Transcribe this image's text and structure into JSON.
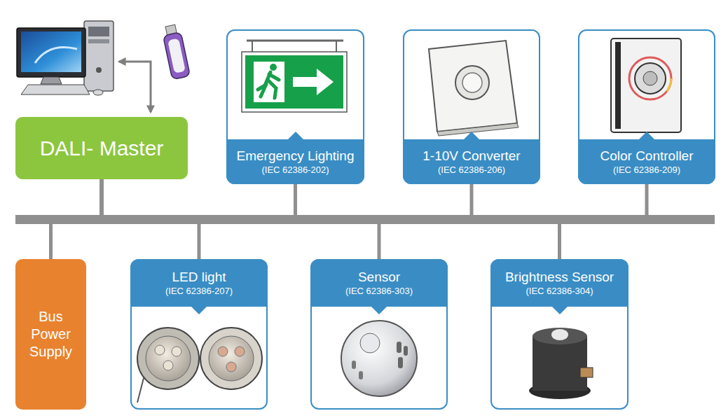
{
  "diagram": {
    "nodes": [
      {
        "text": [
          "DALI- Master"
        ]
      },
      {
        "text": [
          "Emergency Lighting",
          "(IEC 62386-202)"
        ]
      },
      {
        "text": [
          "1-10V Converter",
          "(IEC 62386-206)"
        ]
      },
      {
        "text": [
          "Color Controller",
          "(IEC 62386-209)"
        ]
      },
      {
        "text": [
          "Bus Power Supply"
        ]
      },
      {
        "text": [
          "LED light",
          "(IEC 62386-207)"
        ]
      },
      {
        "text": [
          "Sensor",
          "(IEC 62386-303)"
        ]
      },
      {
        "text": [
          "Brightness Sensor",
          "(IEC 62386-304)"
        ]
      }
    ],
    "edges": [
      {
        "from": 0,
        "to": 1,
        "arrow": "none"
      },
      {
        "from": 0,
        "to": 2,
        "arrow": "none"
      },
      {
        "from": 0,
        "to": 3,
        "arrow": "none"
      },
      {
        "from": 0,
        "to": 4,
        "arrow": "none"
      },
      {
        "from": 0,
        "to": 5,
        "arrow": "none"
      },
      {
        "from": 0,
        "to": 6,
        "arrow": "none"
      },
      {
        "from": 0,
        "to": 7,
        "arrow": "none"
      }
    ]
  }
}
